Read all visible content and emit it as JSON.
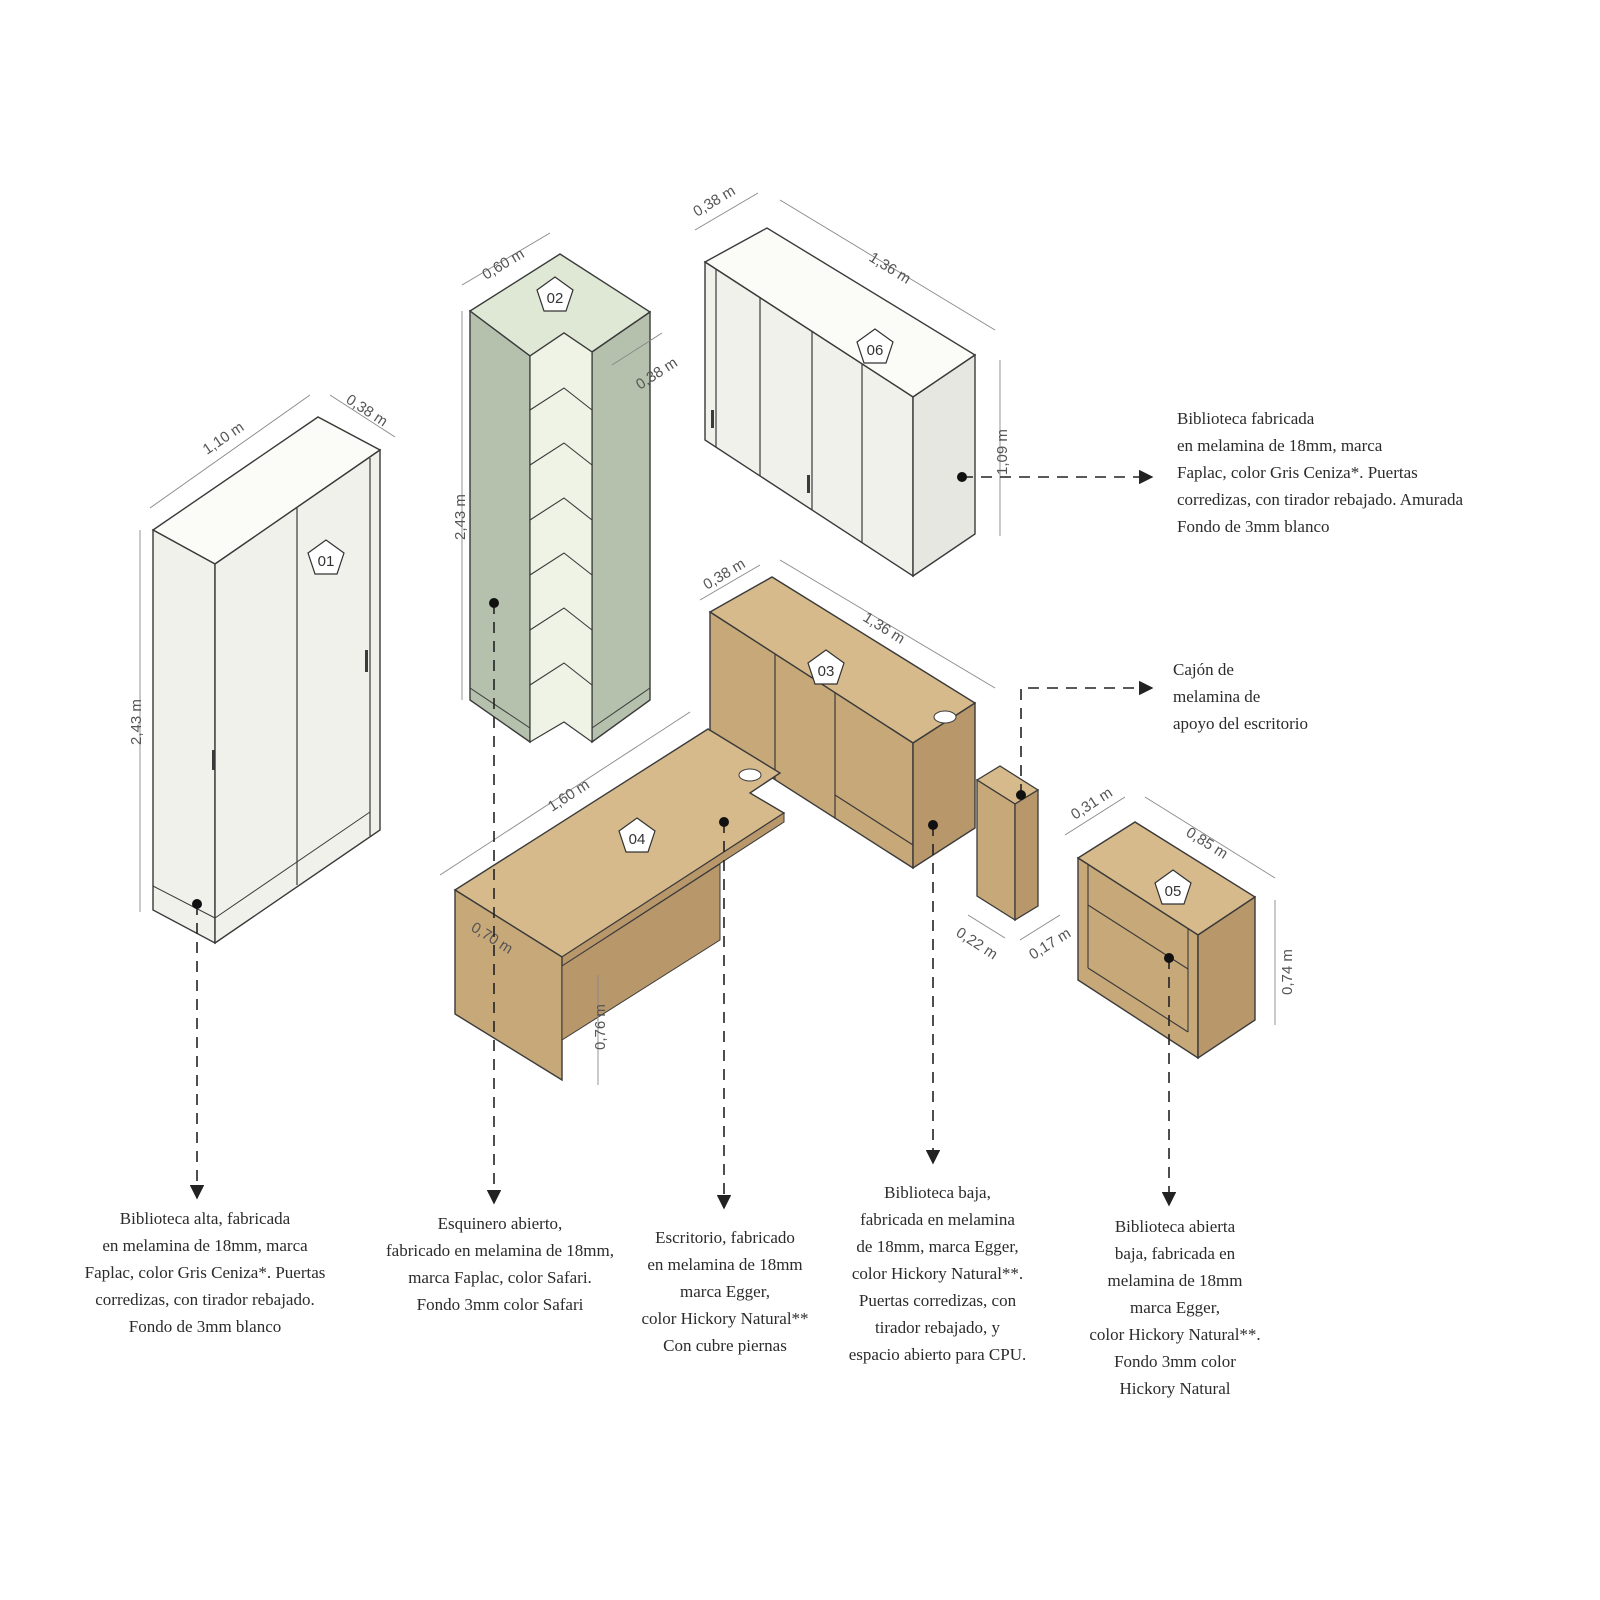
{
  "colors": {
    "white_face": "#f1f1ec",
    "white_top": "#fbfbf8",
    "white_side": "#e7e7e2",
    "sage_front": "#b5c0ad",
    "sage_top": "#dfe8d5",
    "sage_shelf": "#eef3e5",
    "wood_front": "#c7a878",
    "wood_top": "#d6ba8b",
    "wood_side": "#b8976a",
    "line": "#3a3a3a"
  },
  "tags": {
    "t01": "01",
    "t02": "02",
    "t03": "03",
    "t04": "04",
    "t05": "05",
    "t06": "06"
  },
  "dimensions": {
    "d01_width": "1,10 m",
    "d01_depth": "0,38 m",
    "d01_height": "2,43 m",
    "d02_width": "0,60 m",
    "d02_depth": "0,38 m",
    "d02_height": "2,43 m",
    "d06_depth": "0,38 m",
    "d06_width": "1,36 m",
    "d06_height": "1,09 m",
    "d03_depth": "0,38 m",
    "d03_width": "1,36 m",
    "d04_width": "1,60 m",
    "d04_depth": "0,70 m",
    "d04_height": "0,76 m",
    "d05_depth": "0,31 m",
    "d05_width": "0,85 m",
    "d05_height": "0,74 m",
    "drawer_depth": "0,22 m",
    "drawer_width": "0,17 m"
  },
  "captions": {
    "c01": [
      "Biblioteca alta, fabricada",
      "en melamina de 18mm, marca",
      "Faplac, color Gris Ceniza*. Puertas",
      "corredizas, con tirador rebajado.",
      "Fondo de 3mm blanco"
    ],
    "c02": [
      "Esquinero abierto,",
      "fabricado en melamina de 18mm,",
      "marca Faplac, color Safari.",
      "Fondo 3mm color Safari"
    ],
    "c04": [
      "Escritorio, fabricado",
      "en melamina de 18mm",
      "marca Egger,",
      "color Hickory Natural**",
      "Con cubre piernas"
    ],
    "c03": [
      "Biblioteca baja,",
      "fabricada en melamina",
      "de 18mm, marca Egger,",
      "color Hickory Natural**.",
      "Puertas corredizas, con",
      "tirador rebajado, y",
      "espacio abierto para CPU."
    ],
    "c05": [
      "Biblioteca abierta",
      "baja, fabricada en",
      "melamina de 18mm",
      "marca Egger,",
      "color Hickory Natural**.",
      "Fondo 3mm color",
      "Hickory Natural"
    ],
    "c06": [
      "Biblioteca fabricada",
      "en melamina de 18mm, marca",
      "Faplac, color Gris Ceniza*. Puertas",
      "corredizas, con tirador rebajado. Amurada",
      "Fondo de 3mm blanco"
    ],
    "drawer": [
      "Cajón de",
      "melamina de",
      "apoyo del escritorio"
    ]
  }
}
